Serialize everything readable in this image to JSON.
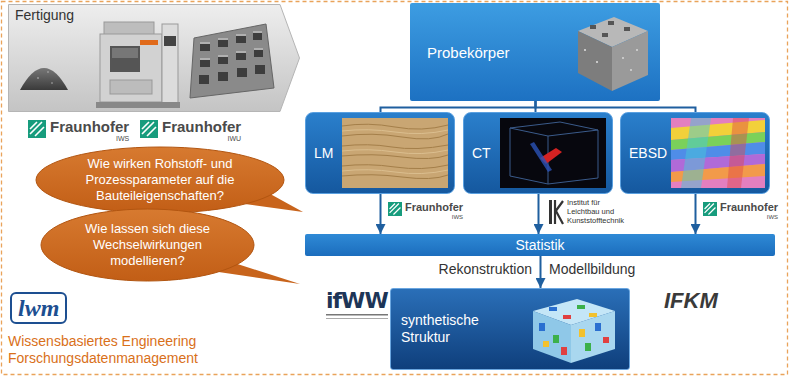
{
  "diagram": {
    "nodes": [
      {
        "text": [
          "Fertigung"
        ]
      },
      {
        "text": [
          "Probekörper"
        ]
      },
      {
        "text": [
          "LM"
        ]
      },
      {
        "text": [
          "CT"
        ]
      },
      {
        "text": [
          "EBSD"
        ]
      },
      {
        "text": [
          "Statistik"
        ]
      },
      {
        "text": [
          "synthetische Struktur"
        ]
      },
      {
        "text": [
          "Wie wirken Rohstoff- und Prozessparameter auf die Bauteileigenschaften?"
        ]
      },
      {
        "text": [
          "Wie lassen sich diese Wechselwirkungen modellieren?"
        ]
      }
    ],
    "edges": [
      {
        "from": 1,
        "to": 2,
        "arrow": "none"
      },
      {
        "from": 1,
        "to": 3,
        "arrow": "none"
      },
      {
        "from": 1,
        "to": 4,
        "arrow": "none"
      },
      {
        "from": 2,
        "to": 5,
        "arrow": "to"
      },
      {
        "from": 3,
        "to": 5,
        "arrow": "to"
      },
      {
        "from": 4,
        "to": 5,
        "arrow": "to"
      },
      {
        "from": 5,
        "to": 6,
        "arrow": "to"
      }
    ],
    "labels": [
      "Fraunhofer",
      "IWS",
      "Fraunhofer",
      "IWU",
      "Fraunhofer",
      "IWS",
      "Institut für Leichtbau und Kunststofftechnik",
      "Fraunhofer",
      "IWS",
      "Rekonstruktion",
      "Modellbildung",
      "ifWW",
      "IFKM",
      "lwm",
      "Wissensbasiertes Engineering Forschungsdatenmanagement"
    ]
  }
}
